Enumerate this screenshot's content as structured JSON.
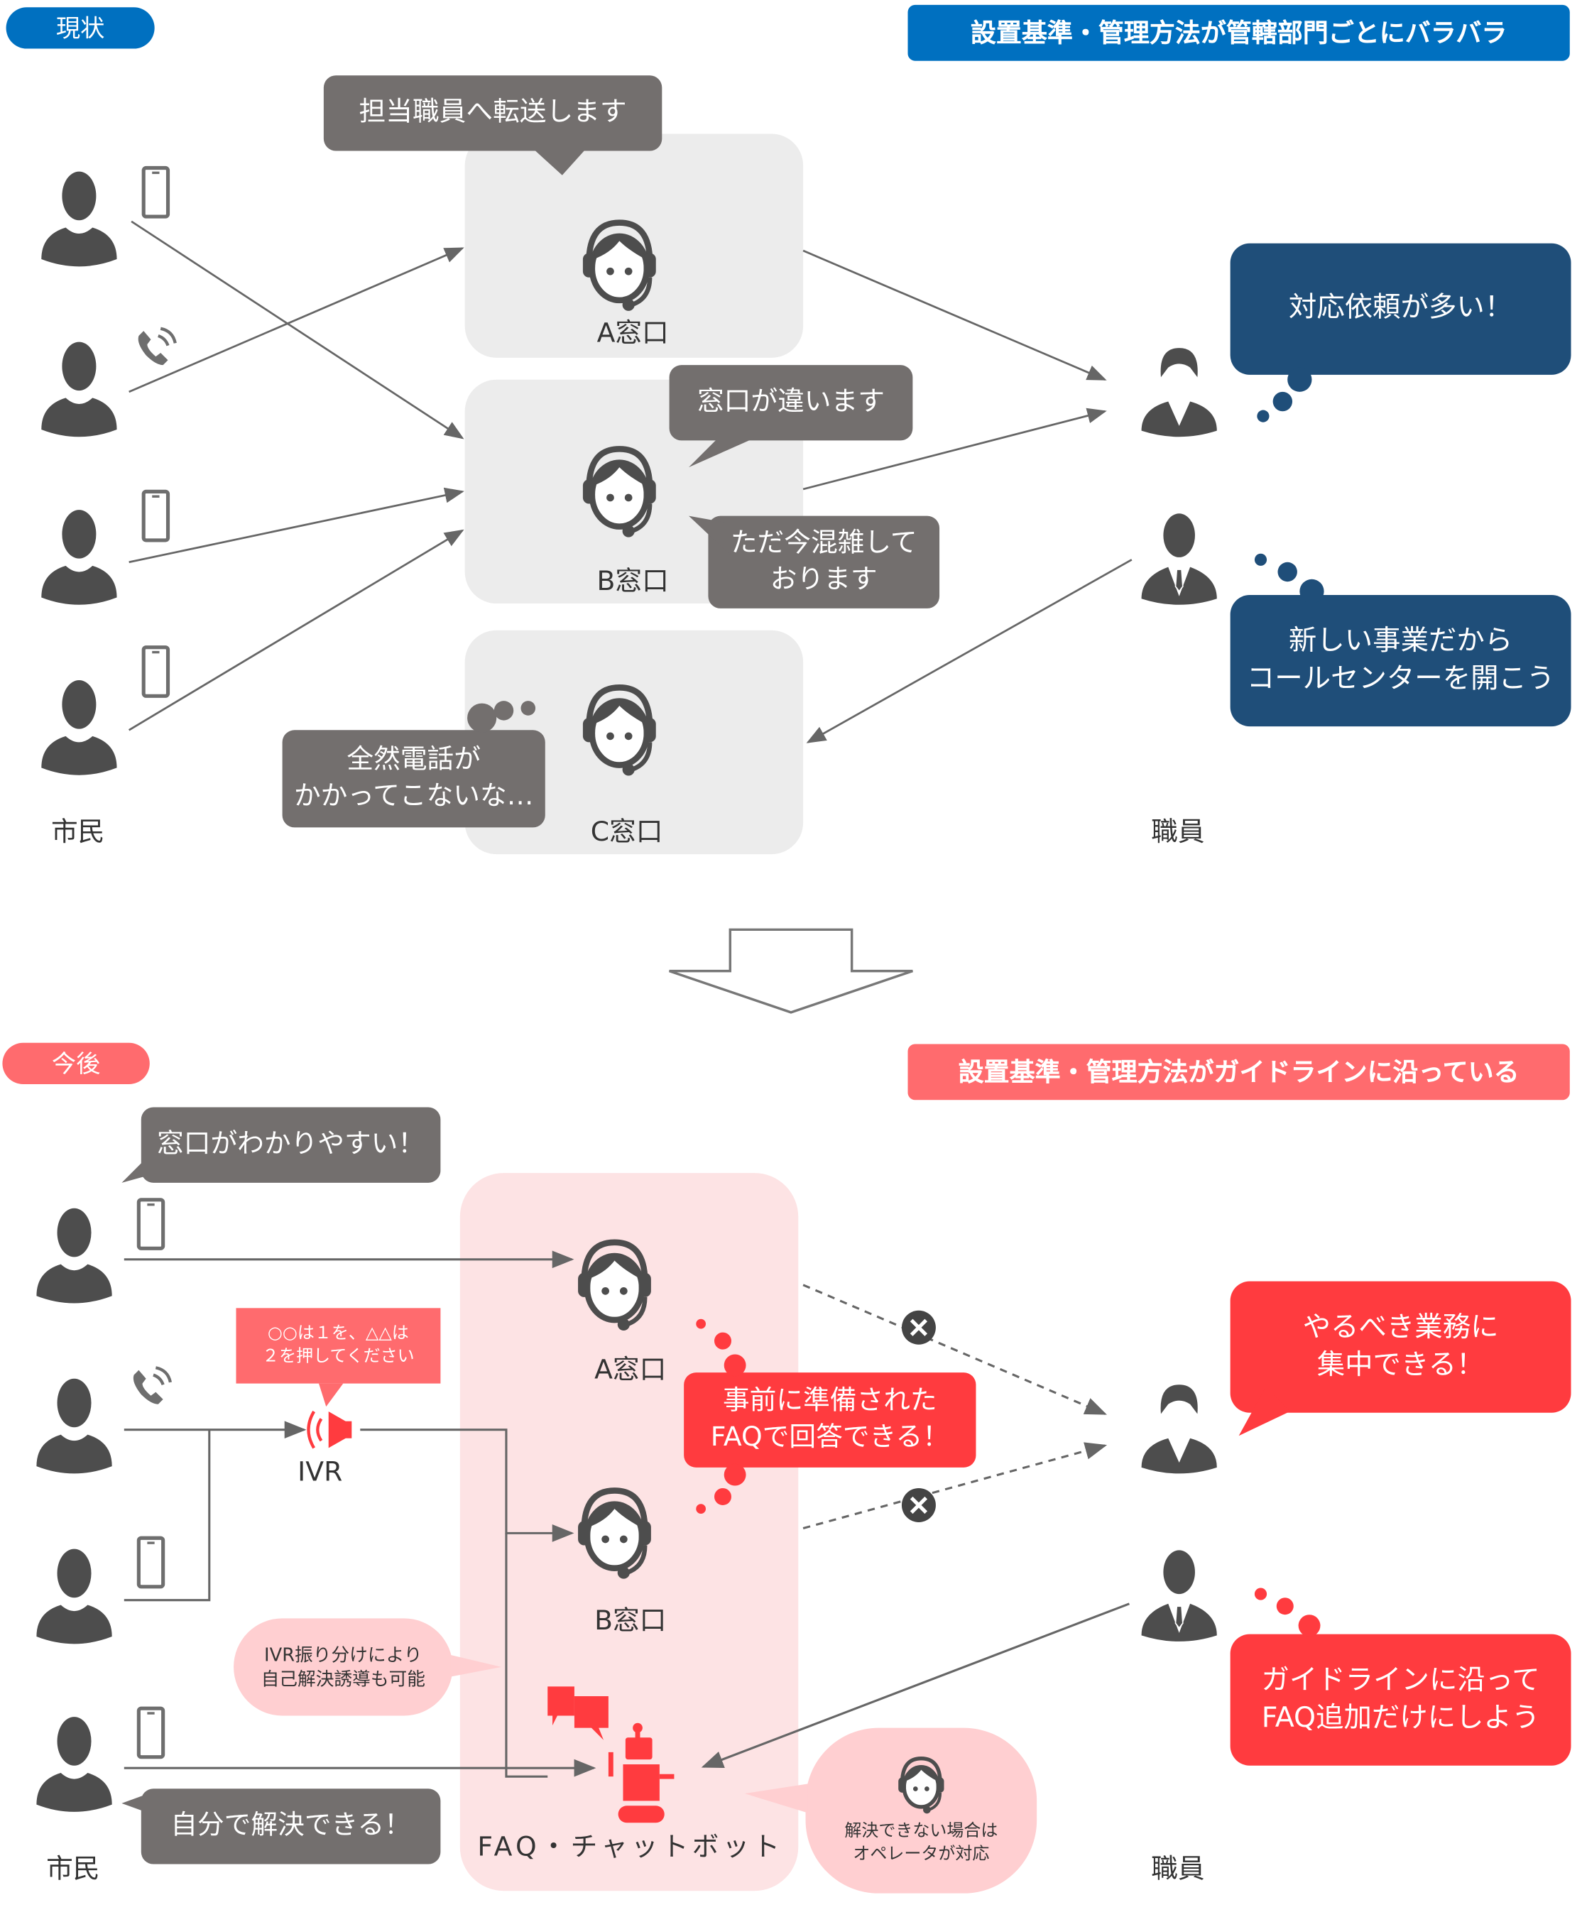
{
  "top": {
    "section_label": "現状",
    "banner": "設置基準・管理方法が管轄部門ごとにバラバラ",
    "citizens_label": "市民",
    "staff_label": "職員",
    "windows": [
      {
        "label": "A窓口"
      },
      {
        "label": "B窓口"
      },
      {
        "label": "C窓口"
      }
    ],
    "bubbles": {
      "a_window": "担当職員へ転送します",
      "b_window_1": "窓口が違います",
      "b_window_2": "ただ今混雑して\nおります",
      "c_window": "全然電話が\nかかってこないな…",
      "staff_1": "対応依頼が多い！",
      "staff_2": "新しい事業だから\nコールセンターを開こう"
    }
  },
  "bottom": {
    "section_label": "今後",
    "banner": "設置基準・管理方法がガイドラインに沿っている",
    "citizens_label": "市民",
    "staff_label": "職員",
    "windows": [
      {
        "label": "A窓口"
      },
      {
        "label": "B窓口"
      }
    ],
    "ivr_label": "IVR",
    "chatbot_label": "FAQ・チャットボット",
    "bubbles": {
      "citizen_top": "窓口がわかりやすい！",
      "citizen_bottom": "自分で解決できる！",
      "ivr_prompt": "○○は１を、△△は\n２を押してください",
      "ivr_note": "IVR振り分けにより\n自己解決誘導も可能",
      "faq_answer": "事前に準備された\nFAQで回答できる！",
      "operator_note": "解決できない場合は\nオペレータが対応",
      "staff_1": "やるべき業務に\n集中できる！",
      "staff_2": "ガイドラインに沿って\nFAQ追加だけにしよう"
    }
  },
  "colors": {
    "current_accent": "#0070c0",
    "future_accent": "#ff6b6e",
    "navy_bubble": "#1f4e79",
    "red_bubble": "#ff3b3f",
    "gray_bubble": "#736f6e",
    "icon_gray": "#4d4d4d"
  }
}
